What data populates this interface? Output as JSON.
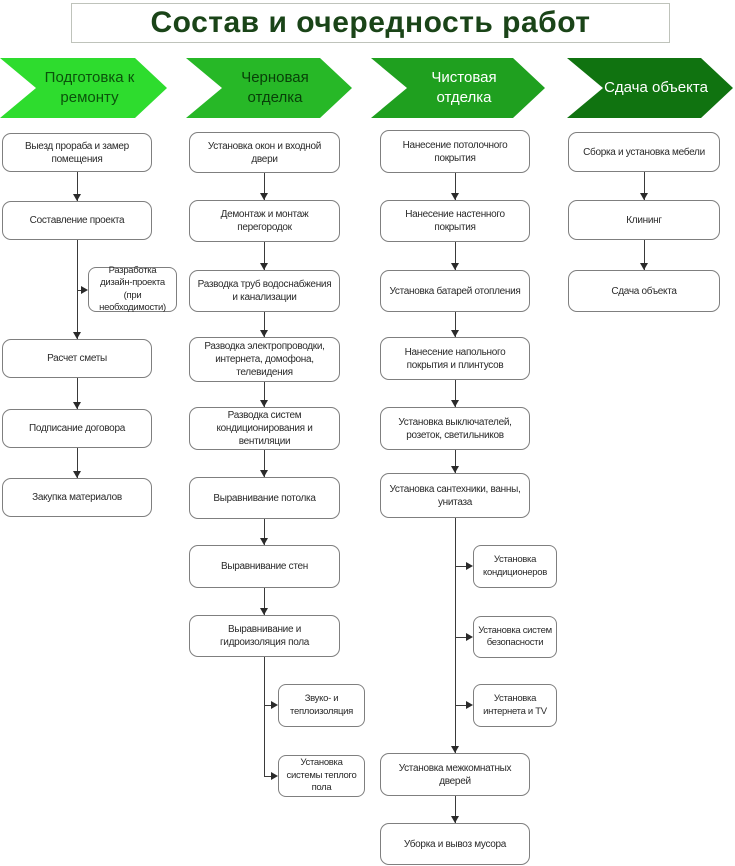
{
  "title": "Состав и очередность работ",
  "colors": {
    "phase1_fill": "#2edc2e",
    "phase2_fill": "#27b827",
    "phase3_fill": "#1fa01f",
    "phase4_fill": "#107310",
    "phase1_text": "#0b520b",
    "phase2_text": "#083f08",
    "phase3_text": "#ffffff",
    "phase4_text": "#ffffff",
    "title_text": "#1a4418",
    "node_border": "#7f7f7f",
    "connector": "#3a3a3a"
  },
  "phases": [
    {
      "label": "Подготовка к ремонту"
    },
    {
      "label": "Черновая отделка"
    },
    {
      "label": "Чистовая отделка"
    },
    {
      "label": "Сдача объекта"
    }
  ],
  "columns": [
    {
      "steps": [
        "Выезд прораба и замер помещения",
        "Составление проекта",
        "Расчет сметы",
        "Подписание договора",
        "Закупка материалов"
      ],
      "side": [
        "Разработка дизайн-проекта (при необходимости)"
      ]
    },
    {
      "steps": [
        "Установка окон и входной двери",
        "Демонтаж и монтаж перегородок",
        "Разводка труб водоснабжения и канализации",
        "Разводка электропроводки, интернета, домофона, телевидения",
        "Разводка систем кондиционирования и вентиляции",
        "Выравнивание потолка",
        "Выравнивание стен",
        "Выравнивание и гидроизоляция пола"
      ],
      "side": [
        "Звуко- и теплоизоляция",
        "Установка системы теплого пола"
      ]
    },
    {
      "steps": [
        "Нанесение потолочного покрытия",
        "Нанесение настенного покрытия",
        "Установка батарей отопления",
        "Нанесение напольного покрытия и плинтусов",
        "Установка выключателей, розеток, светильников",
        "Установка сантехники, ванны, унитаза",
        "Установка межкомнатных дверей",
        "Уборка и вывоз мусора"
      ],
      "side": [
        "Установка кондиционеров",
        "Установка систем безопасности",
        "Установка интернета и TV"
      ]
    },
    {
      "steps": [
        "Сборка и установка мебели",
        "Клининг",
        "Сдача объекта"
      ],
      "side": []
    }
  ]
}
